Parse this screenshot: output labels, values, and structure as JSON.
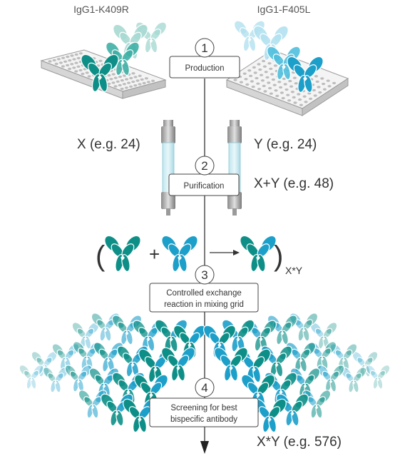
{
  "header": {
    "left_antibody": "IgG1-K409R",
    "right_antibody": "IgG1-F405L"
  },
  "steps": [
    {
      "number": "1",
      "label_lines": [
        "Production"
      ]
    },
    {
      "number": "2",
      "label_lines": [
        "Purification"
      ]
    },
    {
      "number": "3",
      "label_lines": [
        "Controlled exchange",
        "reaction in mixing grid"
      ]
    },
    {
      "number": "4",
      "label_lines": [
        "Screening for best",
        "bispecific antibody"
      ]
    }
  ],
  "counts": {
    "x": "X (e.g. 24)",
    "y": "Y (e.g. 24)",
    "x_plus_y": "X+Y (e.g. 48)",
    "x_times_y": "X*Y (e.g. 576)"
  },
  "equation": {
    "open_paren": "(",
    "plus": "+",
    "close_paren": ")",
    "subscript": "X*Y"
  },
  "colors": {
    "teal_dark": "#0d8f87",
    "teal_mid": "#3fb0a6",
    "teal_light": "#a8d9d3",
    "blue_dark": "#1c9fc9",
    "blue_mid": "#4fbfdd",
    "blue_light": "#b3e1ef",
    "line": "#333333"
  }
}
